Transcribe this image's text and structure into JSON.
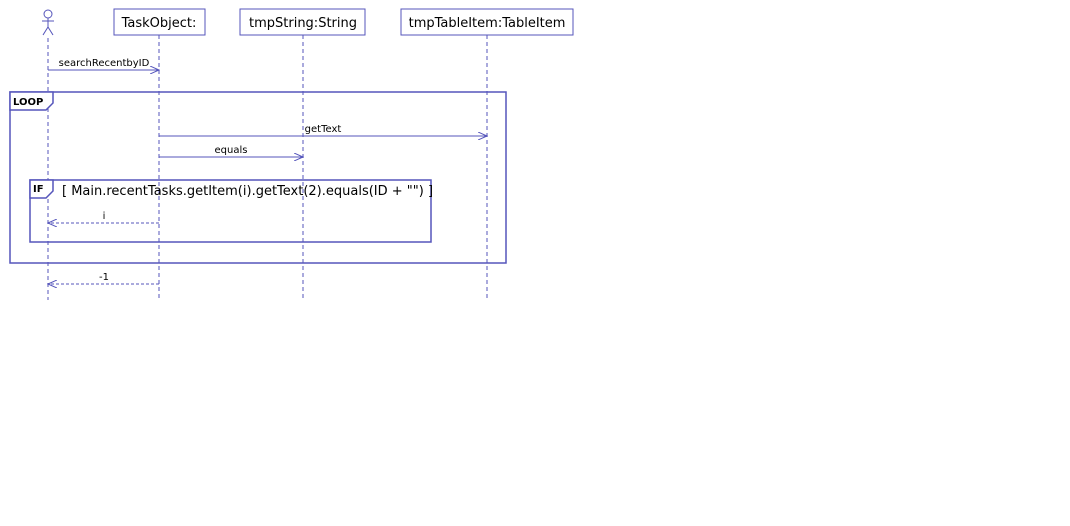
{
  "colors": {
    "line": "#5555bb",
    "frame_fill_tab": "#ffffff",
    "text": "#000000",
    "background": "#ffffff"
  },
  "participants": [
    {
      "id": "actor",
      "kind": "actor",
      "label": ""
    },
    {
      "id": "taskobject",
      "kind": "object",
      "label": "TaskObject:"
    },
    {
      "id": "tmpstring",
      "kind": "object",
      "label": "tmpString:String"
    },
    {
      "id": "tmptableitem",
      "kind": "object",
      "label": "tmpTableItem:TableItem"
    }
  ],
  "messages": [
    {
      "id": "searchRecentbyID",
      "label": "searchRecentbyID",
      "from": "actor",
      "to": "taskobject",
      "style": "solid"
    },
    {
      "id": "getText",
      "label": "getText",
      "from": "taskobject",
      "to": "tmptableitem",
      "style": "solid"
    },
    {
      "id": "equals",
      "label": "equals",
      "from": "taskobject",
      "to": "tmpstring",
      "style": "solid"
    },
    {
      "id": "return_i",
      "label": "i",
      "from": "taskobject",
      "to": "actor",
      "style": "dashed"
    },
    {
      "id": "return_minus1",
      "label": "-1",
      "from": "taskobject",
      "to": "actor",
      "style": "dashed"
    }
  ],
  "frames": [
    {
      "id": "loop",
      "keyword": "LOOP",
      "guard": ""
    },
    {
      "id": "if",
      "keyword": "IF",
      "guard": "[ Main.recentTasks.getItem(i).getText(2).equals(ID + \"\") ]"
    }
  ]
}
